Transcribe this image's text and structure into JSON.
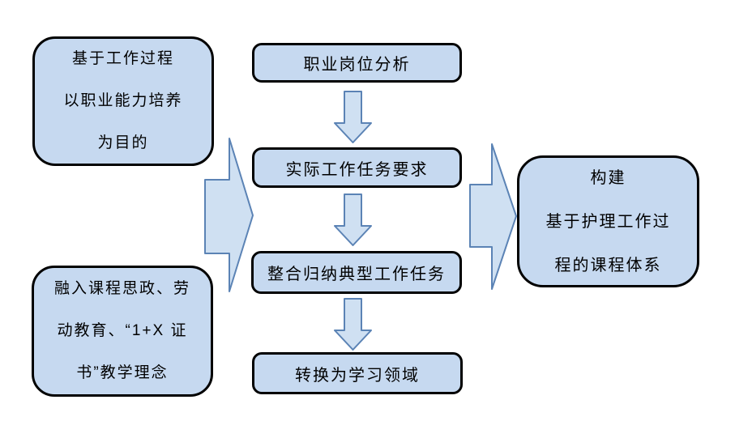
{
  "diagram": {
    "left_boxes": [
      {
        "id": "work-process-premise",
        "lines": [
          "基于工作过程",
          "以职业能力培养",
          "为目的"
        ]
      },
      {
        "id": "ideology-premise",
        "lines": [
          "融入课程思政、劳",
          "动教育、“1+X 证",
          "书”教学理念"
        ]
      }
    ],
    "process_steps": [
      "职业岗位分析",
      "实际工作任务要求",
      "整合归纳典型工作任务",
      "转换为学习领域"
    ],
    "result_box": {
      "lines": [
        "构建",
        "基于护理工作过",
        "程的课程体系"
      ]
    },
    "connectors": {
      "down_arrow_count": 3,
      "right_arrow_count": 2
    },
    "colors": {
      "background": "#ffffff",
      "box_fill": "#c6d9f0",
      "box_border": "#000000",
      "arrow_fill": "#cfe0f2",
      "arrow_border": "#5b83b5",
      "text": "#000000"
    }
  }
}
